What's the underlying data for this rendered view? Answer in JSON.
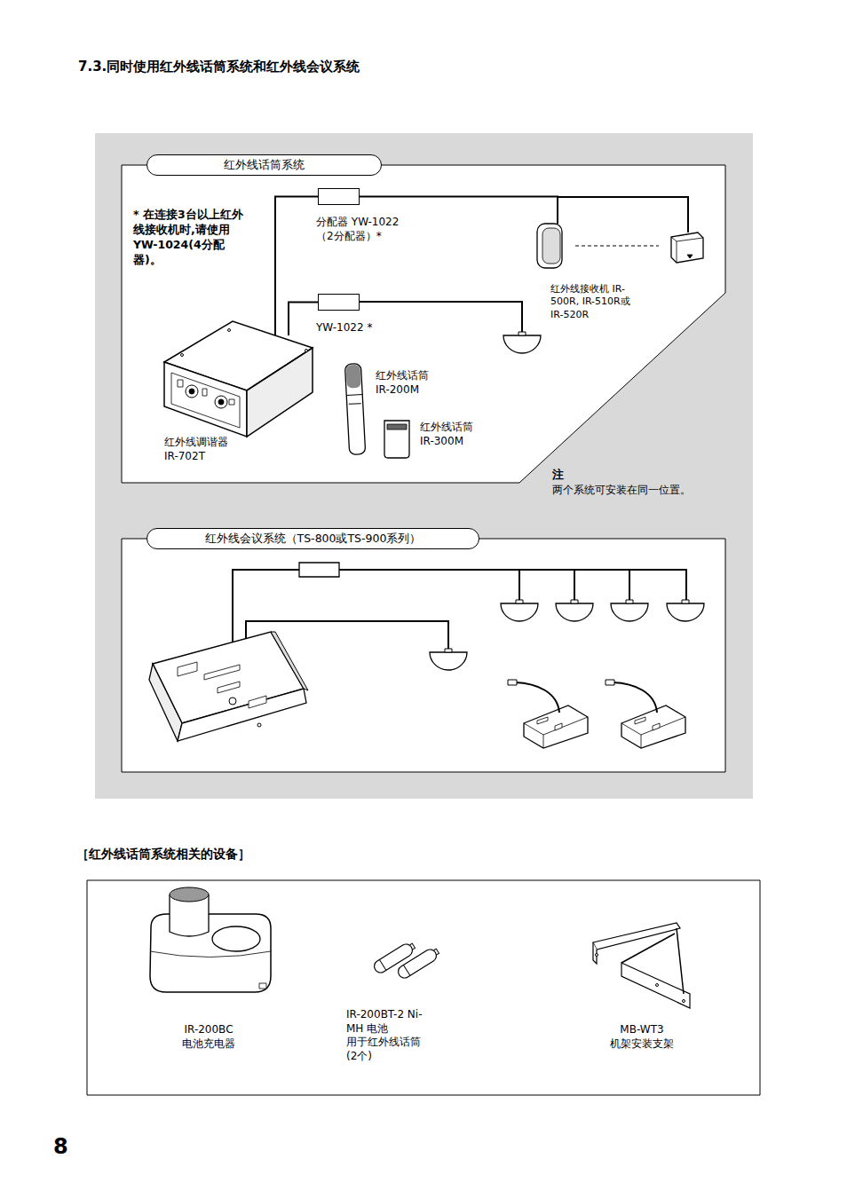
{
  "diagram": {
    "title": "7.3.同时使用红外线话筒系统和红外线会议系统",
    "nodes": [
      {
        "text": [
          "红外线话筒系统"
        ]
      },
      {
        "text": [
          "红外线调谐器 IR-702T"
        ],
        "in": 0
      },
      {
        "text": [
          "分配器 YW-1022（2分配器）*"
        ],
        "in": 0
      },
      {
        "text": [
          "YW-1022 *"
        ],
        "in": 0
      },
      {
        "text": [
          "红外线接收机 IR-500R, IR-510R或 IR-520R"
        ],
        "in": 0
      },
      {
        "text": [
          "红外线话筒 IR-200M"
        ],
        "in": 0
      },
      {
        "text": [
          "红外线话筒 IR-300M"
        ],
        "in": 0
      },
      {
        "text": [
          "红外线会议系统（TS-800或TS-900系列）"
        ]
      },
      {
        "text": [
          "［红外线话筒系统相关的设备］"
        ]
      },
      {
        "text": [
          "IR-200BC 电池充电器"
        ],
        "in": 8
      },
      {
        "text": [
          "IR-200BT-2 Ni-MH 电池 用于红外线话筒 (2个)"
        ],
        "in": 8
      },
      {
        "text": [
          "MB-WT3 机架安装支架"
        ],
        "in": 8
      }
    ],
    "edges": [
      {
        "from": 1,
        "to": 2,
        "arrow": "none"
      },
      {
        "from": 2,
        "to": 4,
        "arrow": "none"
      },
      {
        "from": 1,
        "to": 3,
        "arrow": "none"
      }
    ],
    "labels": [
      "* 在连接3台以上红外线接收机时,请使用YW-1024(4分配器)。",
      "注",
      "两个系统可安装在同一位置。",
      "8"
    ]
  }
}
